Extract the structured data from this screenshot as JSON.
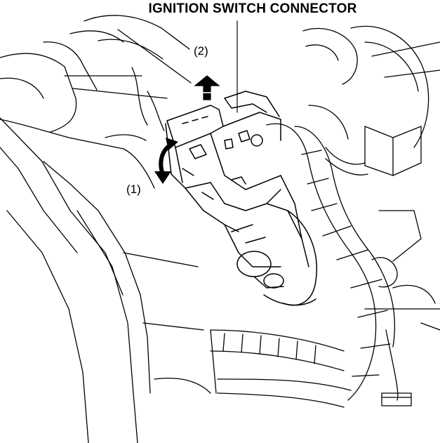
{
  "title": "IGNITION SWITCH CONNECTOR",
  "callouts": {
    "step1": "(1)",
    "step2": "(2)"
  },
  "colors": {
    "line": "#000000",
    "background": "#ffffff"
  }
}
